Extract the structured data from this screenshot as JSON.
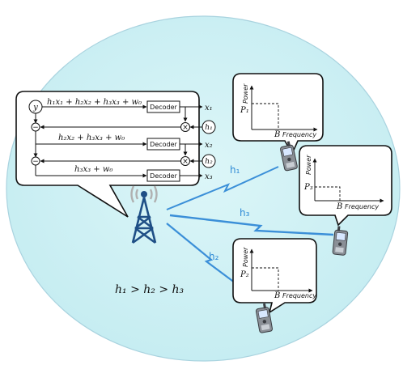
{
  "colors": {
    "cell": "#cdf0f4",
    "cell_stroke": "#9cc8d6",
    "link": "#3b8fd8",
    "tower": "#1f4f86",
    "signal": "#b0b0b0",
    "phone_body": "#8a8f96",
    "phone_screen": "#d7e7ff"
  },
  "receiver": {
    "y_symbol": "y",
    "minus_symbol": "−",
    "times_symbol": "×",
    "decoder_label": "Decoder",
    "rows": [
      {
        "signal": "h₁x₁ + h₂x₂ + h₃x₃ + w₀",
        "output": "x₁",
        "feedback": "h₁"
      },
      {
        "signal": "h₂x₂ + h₃x₃ + w₀",
        "output": "x₂",
        "feedback": "h₂"
      },
      {
        "signal": "h₃x₃ + w₀",
        "output": "x₃"
      }
    ]
  },
  "links": [
    {
      "label": "h₁"
    },
    {
      "label": "h₃"
    },
    {
      "label": "h₂"
    }
  ],
  "power_plots": [
    {
      "ylabel": "Power",
      "xlabel": "Frequency",
      "level_label": "P₁",
      "band_label": "B",
      "tower_icon": "mobile-phone-icon"
    },
    {
      "ylabel": "Power",
      "xlabel": "Frequency",
      "level_label": "P₃",
      "band_label": "B",
      "tower_icon": "mobile-phone-icon"
    },
    {
      "ylabel": "Power",
      "xlabel": "Frequency",
      "level_label": "P₂",
      "band_label": "B",
      "tower_icon": "mobile-phone-icon"
    }
  ],
  "relation": "h₁ > h₂ > h₃",
  "base_station_icon": "cell-tower-icon"
}
